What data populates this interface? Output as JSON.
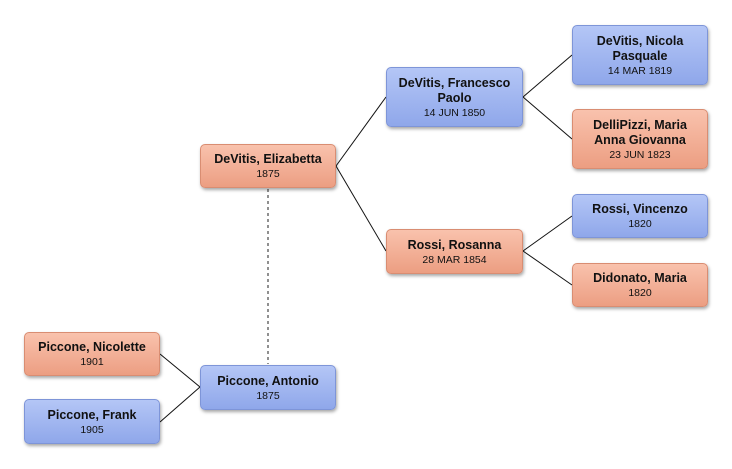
{
  "colors": {
    "male": "#9db3f0",
    "female": "#f3b097",
    "line": "#111111",
    "link_dashed": "#555555"
  },
  "people": {
    "nicolette": {
      "name": "Piccone, Nicolette",
      "date": "1901"
    },
    "frank": {
      "name": "Piccone, Frank",
      "date": "1905"
    },
    "antonio": {
      "name": "Piccone, Antonio",
      "date": "1875"
    },
    "elizabetta": {
      "name": "DeVitis, Elizabetta",
      "date": "1875"
    },
    "francesco": {
      "name_line1": "DeVitis, Francesco",
      "name_line2": "Paolo",
      "date": "14 JUN 1850"
    },
    "rosanna": {
      "name": "Rossi, Rosanna",
      "date": "28 MAR 1854"
    },
    "nicola": {
      "name_line1": "DeVitis, Nicola",
      "name_line2": "Pasquale",
      "date": "14 MAR 1819"
    },
    "maria_anna": {
      "name_line1": "DelliPizzi, Maria",
      "name_line2": "Anna Giovanna",
      "date": "23 JUN 1823"
    },
    "vincenzo": {
      "name": "Rossi, Vincenzo",
      "date": "1820"
    },
    "didonato": {
      "name": "Didonato, Maria",
      "date": "1820"
    }
  }
}
